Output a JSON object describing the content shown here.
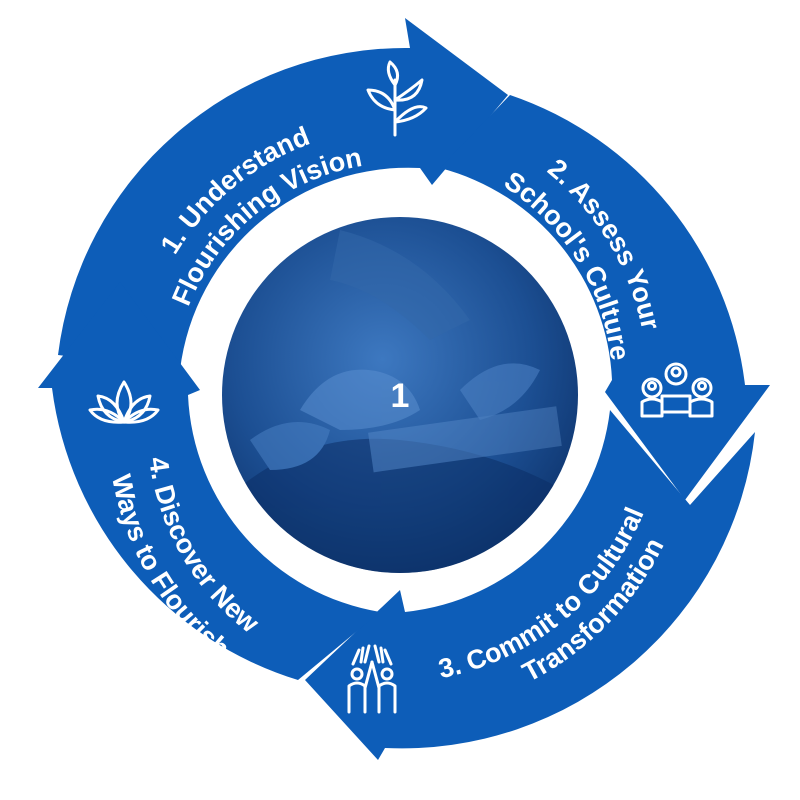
{
  "center": {
    "number": "1"
  },
  "stages": [
    {
      "id": 1,
      "lines": [
        "1. Understand",
        "Flourishing Vision"
      ],
      "icon": "plant-sprout-icon"
    },
    {
      "id": 2,
      "lines": [
        "2. Assess Your",
        "School's Culture"
      ],
      "icon": "group-meeting-icon"
    },
    {
      "id": 3,
      "lines": [
        "3. Commit to Cultural",
        "Transformation"
      ],
      "icon": "high-five-icon"
    },
    {
      "id": 4,
      "lines": [
        "4. Discover New",
        "Ways to Flourish"
      ],
      "icon": "lotus-icon"
    }
  ],
  "colors": {
    "primary": "#0d5db8",
    "photo_dark": "#0b2f66",
    "photo_mid": "#1f5fa8",
    "background": "#ffffff"
  }
}
